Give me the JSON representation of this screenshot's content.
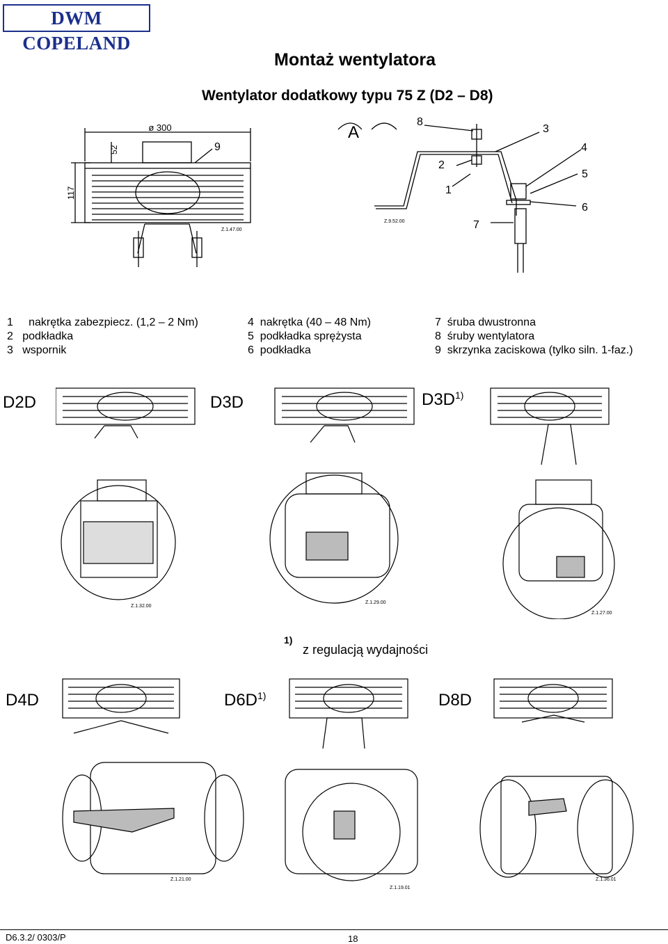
{
  "header": {
    "logo_text": "DWM COPELAND"
  },
  "page": {
    "title": "Montaż wentylatora",
    "subtitle": "Wentylator dodatkowy typu 75 Z (D2 – D8)"
  },
  "top_drawing": {
    "dim_diameter": "ø 300",
    "dim_height_box": "52",
    "dim_height_total": "117",
    "callout_9": "9",
    "ref_code": "Z.1.47.00"
  },
  "detail_a": {
    "label": "A",
    "callouts": [
      "8",
      "3",
      "2",
      "4",
      "5",
      "1",
      "6",
      "7"
    ],
    "ref_code": "Z.9.52.00"
  },
  "legend": {
    "col1": [
      "1     nakrętka zabezpiecz. (1,2 – 2 Nm)",
      "2   podkładka",
      "3   wspornik"
    ],
    "col2": [
      "4  nakrętka (40 – 48 Nm)",
      "5  podkładka sprężysta",
      "6  podkładka"
    ],
    "col3": [
      "7  śruba dwustronna",
      "8  śruby wentylatora",
      "9  skrzynka zaciskowa (tylko siln. 1-faz.)"
    ]
  },
  "models_row1": [
    {
      "name": "D2D",
      "sup": "",
      "ref": "Z.1.32.00"
    },
    {
      "name": "D3D",
      "sup": "",
      "ref": "Z.1.29.00"
    },
    {
      "name": "D3D",
      "sup": "1)",
      "ref": "Z.1.27.00"
    }
  ],
  "footnote": {
    "mark": "1)",
    "text": "z regulacją wydajności"
  },
  "models_row2": [
    {
      "name": "D4D",
      "sup": "",
      "ref": "Z.1.21.00"
    },
    {
      "name": "D6D",
      "sup": "1)",
      "ref": "Z.1.19.01"
    },
    {
      "name": "D8D",
      "sup": "",
      "ref": "Z.1.36.01"
    }
  ],
  "footer": {
    "doc_code": "D6.3.2/ 0303/P",
    "page_number": "18"
  }
}
